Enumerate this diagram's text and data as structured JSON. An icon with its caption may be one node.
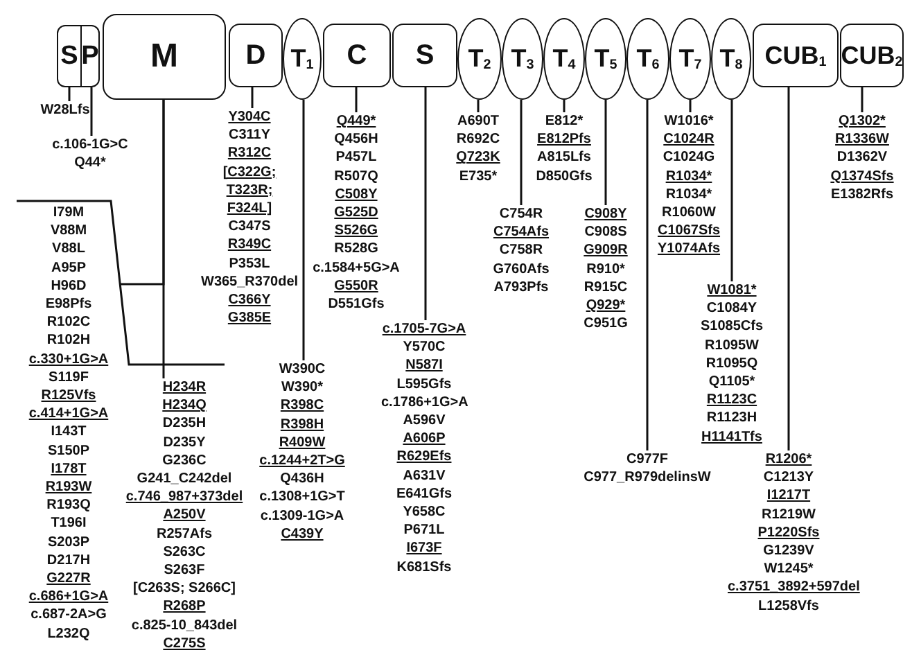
{
  "diagram": {
    "nodes": [
      {
        "text": [
          "S"
        ]
      },
      {
        "text": [
          "P"
        ]
      },
      {
        "text": [
          "M"
        ]
      },
      {
        "text": [
          "D"
        ]
      },
      {
        "text": [
          "T$_{1}$"
        ]
      },
      {
        "text": [
          "C"
        ]
      },
      {
        "text": [
          "S"
        ]
      },
      {
        "text": [
          "T$_{2}$"
        ]
      },
      {
        "text": [
          "T$_{3}$"
        ]
      },
      {
        "text": [
          "T$_{4}$"
        ]
      },
      {
        "text": [
          "T$_{5}$"
        ]
      },
      {
        "text": [
          "T$_{6}$"
        ]
      },
      {
        "text": [
          "T$_{7}$"
        ]
      },
      {
        "text": [
          "T$_{8}$"
        ]
      },
      {
        "text": [
          "CUB$_{1}$"
        ]
      },
      {
        "text": [
          "CUB$_{2}$"
        ]
      },
      {
        "text": [
          "W28Lfs"
        ]
      },
      {
        "text": [
          "c.106-1G>C",
          "Q44*"
        ]
      },
      {
        "text": [
          "I79M",
          "V88M",
          "V88L",
          "A95P",
          "H96D",
          "E98Pfs",
          "R102C",
          "R102H",
          "c.330+1G>A",
          "S119F",
          "R125Vfs",
          "c.414+1G>A",
          "I143T",
          "S150P",
          "I178T",
          "R193W",
          "R193Q",
          "T196I",
          "S203P",
          "D217H",
          "G227R",
          "c.686+1G>A",
          "c.687-2A>G",
          "L232Q"
        ]
      },
      {
        "text": [
          "H234R",
          "H234Q",
          "D235H",
          "D235Y",
          "G236C",
          "G241_C242del",
          "c.746_987+373del",
          "A250V",
          "R257Afs",
          "S263C",
          "S263F",
          "[C263S; S266C]",
          "R268P",
          "c.825-10_843del",
          "C275S"
        ]
      },
      {
        "text": [
          "Y304C",
          "C311Y",
          "R312C",
          "[C322G; T323R; F324L]",
          "C347S",
          "R349C",
          "P353L",
          "W365_R370del",
          "C366Y",
          "G385E"
        ]
      },
      {
        "text": [
          "W390C",
          "W390*",
          "R398C",
          "R398H",
          "R409W",
          "c.1244+2T>G",
          "Q436H",
          "c.1308+1G>T",
          "c.1309-1G>A",
          "C439Y"
        ]
      },
      {
        "text": [
          "Q449*",
          "Q456H",
          "P457L",
          "R507Q",
          "C508Y",
          "G525D",
          "S526G",
          "R528G",
          "c.1584+5G>A",
          "G550R",
          "D551Gfs"
        ]
      },
      {
        "text": [
          "c.1705-7G>A",
          "Y570C",
          "N587I",
          "L595Gfs",
          "c.1786+1G>A",
          "A596V",
          "A606P",
          "R629Efs",
          "A631V",
          "E641Gfs",
          "Y658C",
          "P671L",
          "I673F",
          "K681Sfs"
        ]
      },
      {
        "text": [
          "A690T",
          "R692C",
          "Q723K",
          "E735*"
        ]
      },
      {
        "text": [
          "C754R",
          "C754Afs",
          "C758R",
          "G760Afs",
          "A793Pfs"
        ]
      },
      {
        "text": [
          "E812*",
          "E812Pfs",
          "A815Lfs",
          "D850Gfs"
        ]
      },
      {
        "text": [
          "C908Y",
          "C908S",
          "G909R",
          "R910*",
          "R915C",
          "Q929*",
          "C951G"
        ]
      },
      {
        "text": [
          "C977F",
          "C977_R979delinsW"
        ]
      },
      {
        "text": [
          "W1016*",
          "C1024R",
          "C1024G",
          "R1034*",
          "R1034*",
          "R1060W",
          "C1067Sfs",
          "Y1074Afs"
        ]
      },
      {
        "text": [
          "W1081*",
          "C1084Y",
          "S1085Cfs",
          "R1095W",
          "R1095Q",
          "Q1105*",
          "R1123C",
          "R1123H",
          "H1141Tfs"
        ]
      },
      {
        "text": [
          "R1206*",
          "C1213Y",
          "I1217T",
          "R1219W",
          "P1220Sfs",
          "G1239V",
          "W1245*",
          "c.3751_3892+597del",
          "L1258Vfs"
        ]
      },
      {
        "text": [
          "Q1302*",
          "R1336W",
          "D1362V",
          "Q1374Sfs",
          "E1382Rfs"
        ]
      }
    ],
    "edges": [
      {
        "from": 0,
        "to": 16,
        "arrow": "none"
      },
      {
        "from": 1,
        "to": 17,
        "arrow": "none"
      },
      {
        "from": 2,
        "to": 18,
        "arrow": "none"
      },
      {
        "from": 2,
        "to": 19,
        "arrow": "none"
      },
      {
        "from": 3,
        "to": 20,
        "arrow": "none"
      },
      {
        "from": 4,
        "to": 21,
        "arrow": "none"
      },
      {
        "from": 5,
        "to": 22,
        "arrow": "none"
      },
      {
        "from": 6,
        "to": 23,
        "arrow": "none"
      },
      {
        "from": 7,
        "to": 24,
        "arrow": "none"
      },
      {
        "from": 8,
        "to": 25,
        "arrow": "none"
      },
      {
        "from": 9,
        "to": 26,
        "arrow": "none"
      },
      {
        "from": 10,
        "to": 27,
        "arrow": "none"
      },
      {
        "from": 11,
        "to": 28,
        "arrow": "none"
      },
      {
        "from": 12,
        "to": 29,
        "arrow": "none"
      },
      {
        "from": 13,
        "to": 30,
        "arrow": "none"
      },
      {
        "from": 14,
        "to": 31,
        "arrow": "none"
      },
      {
        "from": 15,
        "to": 32,
        "arrow": "none"
      }
    ]
  }
}
